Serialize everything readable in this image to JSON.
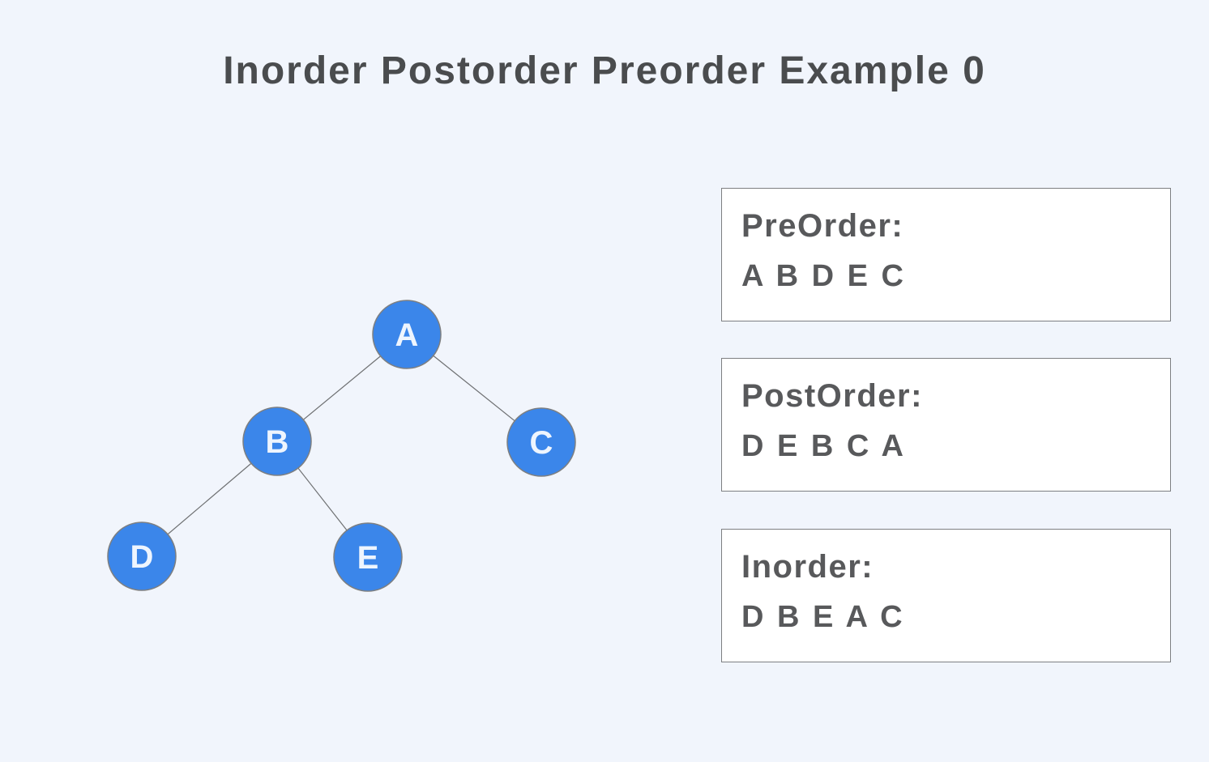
{
  "page": {
    "title": "Inorder Postorder Preorder Example 0"
  },
  "colors": {
    "background": "#f1f5fc",
    "node_fill": "#3b86ea",
    "node_stroke": "#7d7f81",
    "node_text": "#eef5fe",
    "edge": "#6e7072",
    "title_text": "#4a4c4e",
    "box_border": "#7d7f82",
    "box_background": "#ffffff",
    "box_text": "#58595b"
  },
  "tree": {
    "nodes": [
      {
        "label": "A"
      },
      {
        "label": "B"
      },
      {
        "label": "C"
      },
      {
        "label": "D"
      },
      {
        "label": "E"
      }
    ],
    "edges": [
      [
        "A",
        "B"
      ],
      [
        "A",
        "C"
      ],
      [
        "B",
        "D"
      ],
      [
        "B",
        "E"
      ]
    ]
  },
  "traversals": [
    {
      "label": "PreOrder:",
      "value": "A B D E C"
    },
    {
      "label": "PostOrder:",
      "value": "D E B C A"
    },
    {
      "label": "Inorder:",
      "value": "D B E A C"
    }
  ]
}
